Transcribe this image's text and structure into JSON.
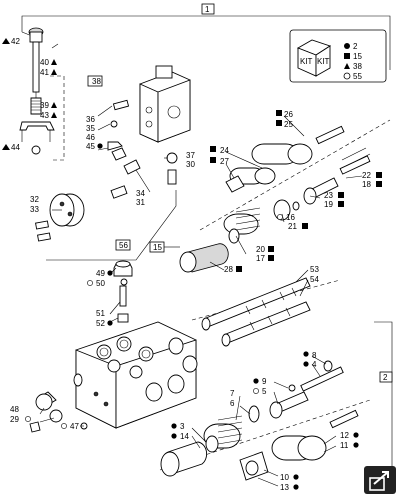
{
  "callouts": {
    "c1": "1",
    "c2": "2",
    "c3": "3",
    "c4": "4",
    "c5": "5",
    "c6": "6",
    "c7": "7",
    "c8": "8",
    "c9": "9",
    "c10": "10",
    "c11": "11",
    "c12": "12",
    "c13": "13",
    "c14": "14",
    "c15": "15",
    "c16": "16",
    "c17": "17",
    "c18": "18",
    "c19": "19",
    "c20": "20",
    "c21": "21",
    "c22": "22",
    "c23": "23",
    "c24": "24",
    "c25": "25",
    "c26": "26",
    "c27": "27",
    "c28": "28",
    "c29": "29",
    "c30": "30",
    "c31": "31",
    "c32": "32",
    "c33": "33",
    "c34": "34",
    "c35": "35",
    "c36": "36",
    "c37": "37",
    "c38": "38",
    "c39": "39",
    "c40": "40",
    "c41": "41",
    "c42": "42",
    "c43": "43",
    "c44": "44",
    "c45": "45",
    "c46": "46",
    "c47": "47",
    "c48": "48",
    "c49": "49",
    "c50": "50",
    "c51": "51",
    "c52": "52",
    "c53": "53",
    "c54": "54",
    "c56": "56"
  },
  "kit_legend": {
    "kit_label": "KIT",
    "entries": [
      {
        "symbol": "filled-circle",
        "value": "2"
      },
      {
        "symbol": "filled-square",
        "value": "15"
      },
      {
        "symbol": "filled-triangle",
        "value": "38"
      },
      {
        "symbol": "open-circle",
        "value": "55"
      }
    ]
  },
  "colors": {
    "ink": "#000000",
    "shade": "#d8d8d8",
    "nav_icon_bg": "#222222"
  },
  "icons": [
    "kit-box-icon",
    "next-page-arrow-icon"
  ]
}
